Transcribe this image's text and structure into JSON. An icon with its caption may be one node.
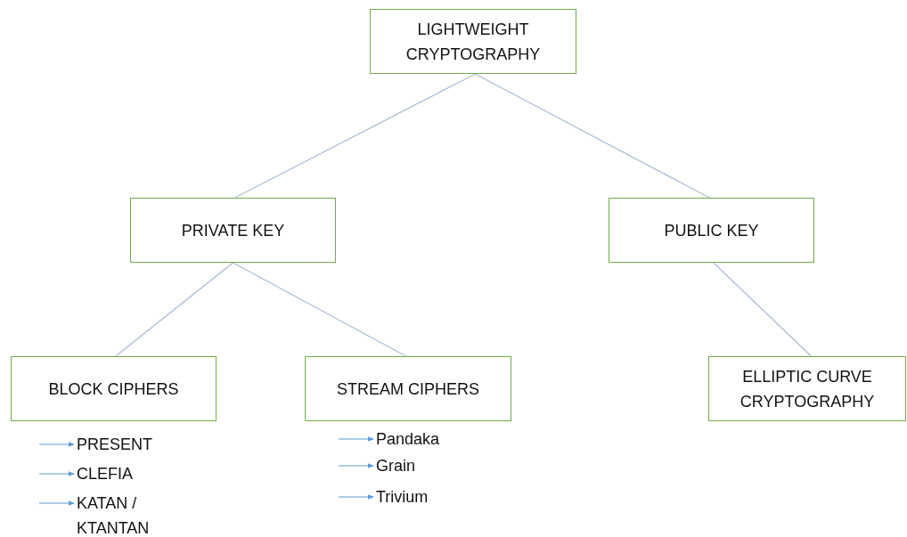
{
  "diagram": {
    "nodes": [
      {
        "text": [
          "LIGHTWEIGHT CRYPTOGRAPHY"
        ]
      },
      {
        "text": [
          "PRIVATE KEY"
        ]
      },
      {
        "text": [
          "PUBLIC KEY"
        ]
      },
      {
        "text": [
          "BLOCK CIPHERS"
        ]
      },
      {
        "text": [
          "STREAM CIPHERS"
        ]
      },
      {
        "text": [
          "ELLIPTIC CURVE CRYPTOGRAPHY"
        ]
      },
      {
        "text": [
          "PRESENT"
        ]
      },
      {
        "text": [
          "CLEFIA"
        ]
      },
      {
        "text": [
          "KATAN / KTANTAN"
        ]
      },
      {
        "text": [
          "Pandaka"
        ]
      },
      {
        "text": [
          "Grain"
        ]
      },
      {
        "text": [
          "Trivium"
        ]
      }
    ],
    "edges": [
      {
        "from": 0,
        "to": 1,
        "arrow": "none"
      },
      {
        "from": 0,
        "to": 2,
        "arrow": "none"
      },
      {
        "from": 1,
        "to": 3,
        "arrow": "none"
      },
      {
        "from": 1,
        "to": 4,
        "arrow": "none"
      },
      {
        "from": 2,
        "to": 5,
        "arrow": "none"
      },
      {
        "from": null,
        "to": 6,
        "arrow": "to",
        "color": "#5b9bd5"
      },
      {
        "from": null,
        "to": 7,
        "arrow": "to",
        "color": "#5b9bd5"
      },
      {
        "from": null,
        "to": 8,
        "arrow": "to",
        "color": "#5b9bd5"
      },
      {
        "from": null,
        "to": 9,
        "arrow": "to",
        "color": "#5b9bd5"
      },
      {
        "from": null,
        "to": 10,
        "arrow": "to",
        "color": "#5b9bd5"
      },
      {
        "from": null,
        "to": 11,
        "arrow": "to",
        "color": "#5b9bd5"
      }
    ]
  }
}
